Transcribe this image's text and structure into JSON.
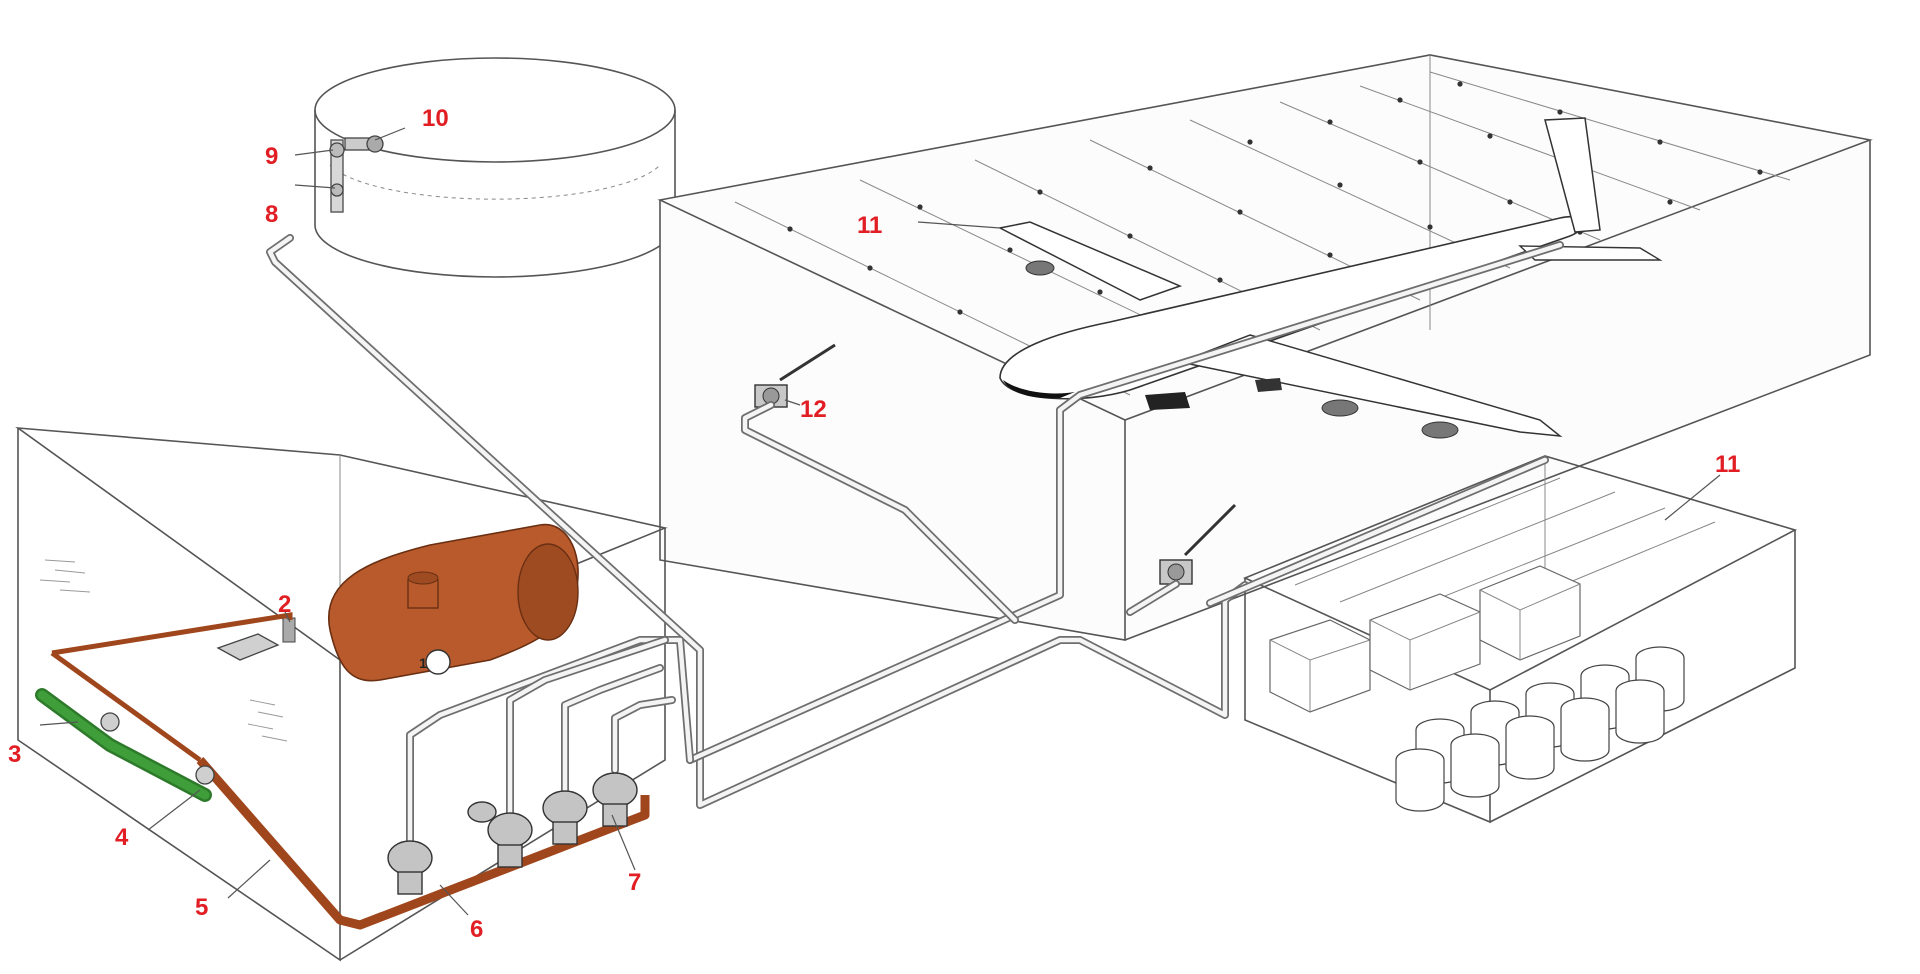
{
  "callouts": {
    "n1": "1",
    "n2": "2",
    "n3": "3",
    "n4": "4",
    "n5": "5",
    "n6": "6",
    "n7": "7",
    "n8": "8",
    "n9": "9",
    "n10": "10",
    "n11_hangar": "11",
    "n11_warehouse": "11",
    "n12": "12"
  },
  "colors": {
    "label_red": "#e11e24",
    "tank_brown": "#b85a2b",
    "suction_green": "#3f9e3a",
    "pipe_grey": "#6e6e6e"
  }
}
